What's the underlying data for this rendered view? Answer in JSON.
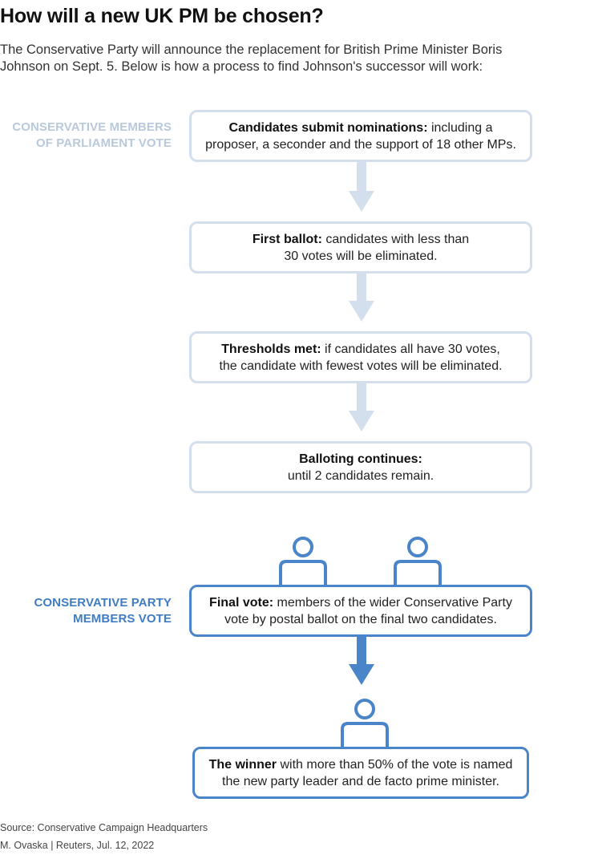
{
  "header": {
    "title": "How will a new UK PM be chosen?",
    "subtitle_line1": "The Conservative Party will announce the replacement for British Prime Minister Boris",
    "subtitle_line2": "Johnson on Sept. 5. Below is how a process to find Johnson's successor will work:"
  },
  "sections": {
    "mps_line1": "CONSERVATIVE MEMBERS",
    "mps_line2": "OF PARLIAMENT VOTE",
    "members_line1": "CONSERVATIVE PARTY",
    "members_line2": "MEMBERS VOTE"
  },
  "steps": [
    {
      "bold": "Candidates submit nominations:",
      "text1": " including a",
      "text2": "proposer, a seconder and the support of 18 other MPs."
    },
    {
      "bold": "First ballot:",
      "text1": " candidates with less than",
      "text2": "30 votes will be eliminated."
    },
    {
      "bold": "Thresholds met:",
      "text1": " if candidates all have 30 votes,",
      "text2": "the candidate with fewest votes will be eliminated."
    },
    {
      "bold": "Balloting continues:",
      "text1": "",
      "text2": "until 2 candidates remain."
    },
    {
      "bold": "Final vote:",
      "text1": " members of the wider Conservative Party",
      "text2": "vote by postal ballot on the final two candidates."
    },
    {
      "bold": "The winner",
      "text1": " with more than 50% of the vote is named",
      "text2": "the new party leader and de facto prime minister."
    }
  ],
  "footer": {
    "source": "Source: Conservative Campaign Headquarters",
    "credit": "M. Ovaska  |  Reuters, Jul. 12, 2022"
  },
  "colors": {
    "light_blue": "#d3dfec",
    "dark_blue": "#4a85c9",
    "light_label": "#b9c9dc",
    "dark_label": "#3f7cc4"
  },
  "icons": [
    "arrow-down-icon",
    "person-icon"
  ]
}
